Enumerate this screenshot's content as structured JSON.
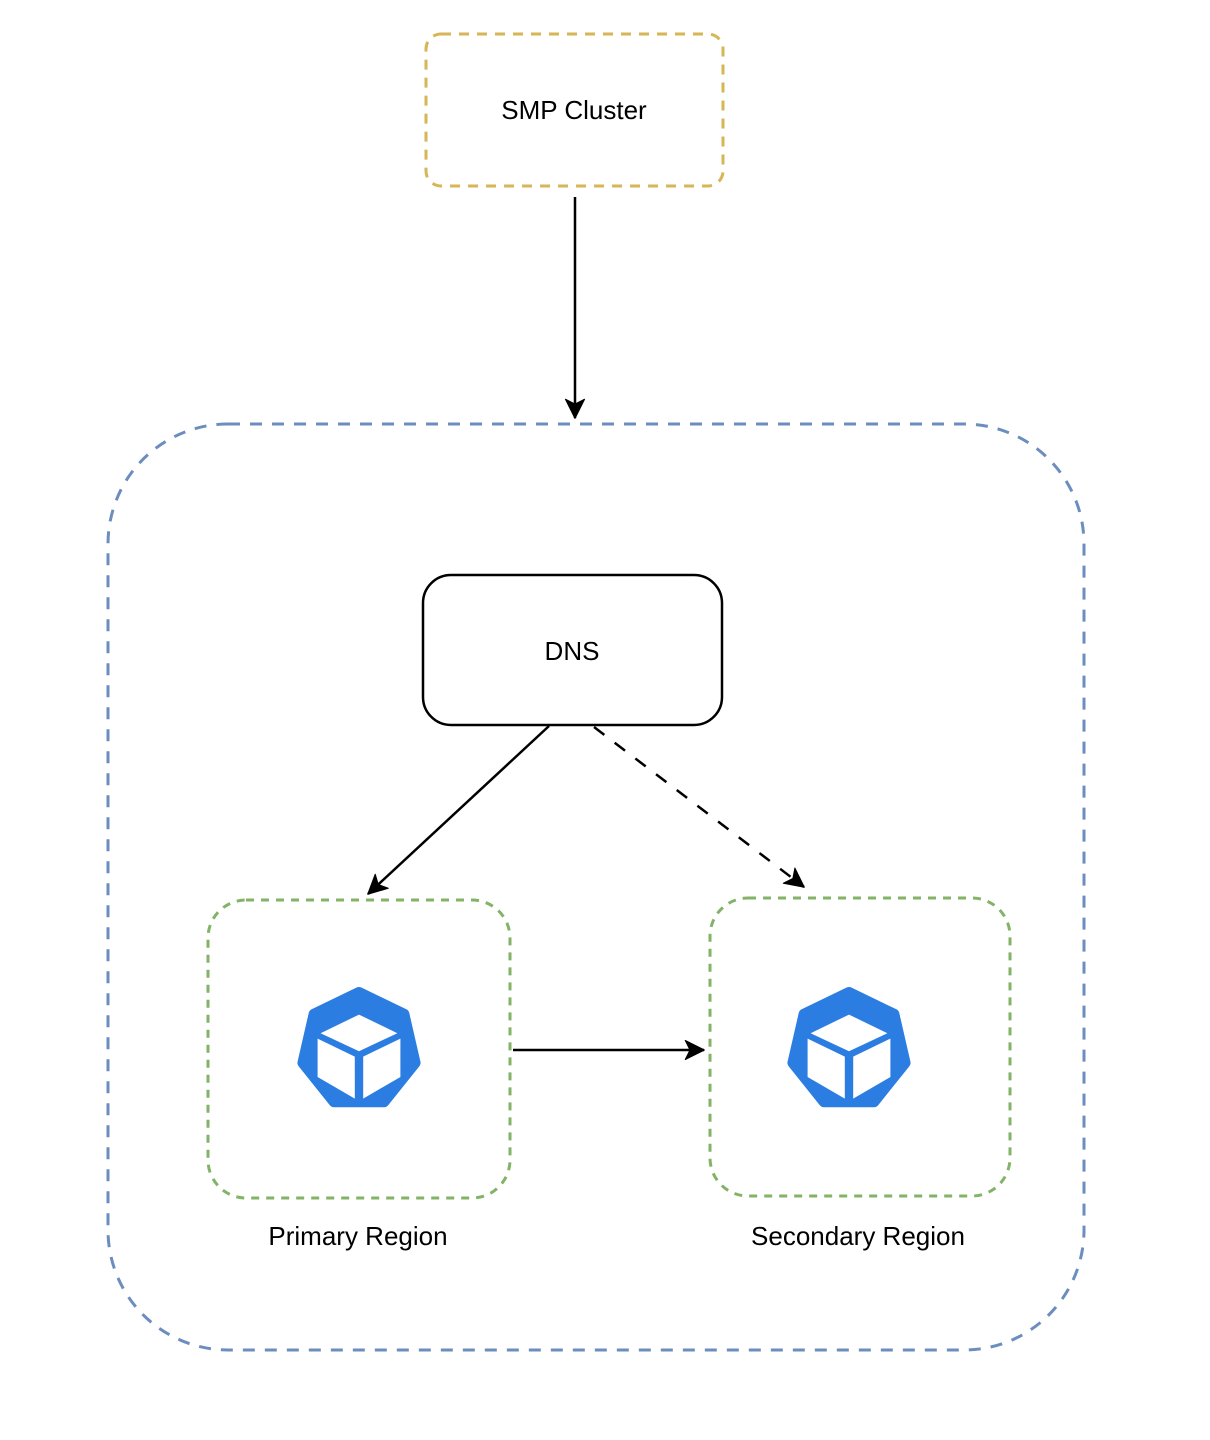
{
  "diagram": {
    "type": "architecture-diagram",
    "nodes": {
      "smp_cluster": {
        "label": "SMP Cluster",
        "border_color": "#d6b656",
        "border_style": "dashed",
        "fill": "#ffffff"
      },
      "outer_container": {
        "label": "",
        "border_color": "#6c8ebf",
        "border_style": "dashed",
        "fill": "#ffffff"
      },
      "dns": {
        "label": "DNS",
        "border_color": "#000000",
        "border_style": "solid",
        "fill": "#ffffff"
      },
      "primary_region": {
        "label": "Primary Region",
        "border_color": "#82b366",
        "border_style": "dashed",
        "fill": "#ffffff",
        "icon": "heptagon-cube-icon",
        "icon_color": "#2b7de2"
      },
      "secondary_region": {
        "label": "Secondary Region",
        "border_color": "#82b366",
        "border_style": "dashed",
        "fill": "#ffffff",
        "icon": "heptagon-cube-icon",
        "icon_color": "#2b7de2"
      }
    },
    "edges": [
      {
        "from": "smp_cluster",
        "to": "outer_container",
        "style": "solid",
        "arrowhead": "classic"
      },
      {
        "from": "dns",
        "to": "primary_region",
        "style": "solid",
        "arrowhead": "classic"
      },
      {
        "from": "dns",
        "to": "secondary_region",
        "style": "dashed",
        "arrowhead": "classic"
      },
      {
        "from": "primary_region",
        "to": "secondary_region",
        "style": "solid",
        "arrowhead": "classic"
      }
    ],
    "colors": {
      "edge": "#000000",
      "text": "#000000",
      "background": "#ffffff"
    }
  }
}
